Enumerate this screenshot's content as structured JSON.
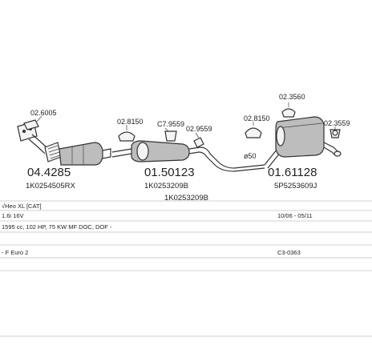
{
  "callouts": {
    "c1": "02.6005",
    "c2": "02.8150",
    "c3": "C7.9559",
    "c4": "02.9559",
    "c5": "02.3560",
    "c6": "02.8150",
    "c7": "02.3559",
    "diameter": "ø50"
  },
  "parts": {
    "p1": {
      "number": "04.4285",
      "code": "1K0254505RX"
    },
    "p2": {
      "number": "01.50123",
      "code": "1K0253209B",
      "code2": "1K0253209B"
    },
    "p3": {
      "number": "01.61128",
      "code": "5P5253609J"
    }
  },
  "info": {
    "row1_left": "√Heo XL  [CAT]",
    "row2_left": "1.6i 16V",
    "row2_right": "10/06 - 05/11",
    "row3_left": "1595 cc, 102 HP, 75 KW MF DOC, DOF -",
    "row5_left": "- F Euro 2",
    "row5_right": "C3-0363"
  },
  "colors": {
    "ink": "#333333",
    "table_lines": "#d0d0d0",
    "shading": "#bdbdbd"
  }
}
